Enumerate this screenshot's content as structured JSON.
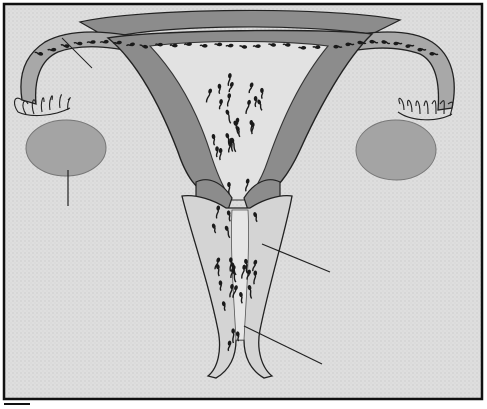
{
  "figure": {
    "kind": "anatomical line drawing, unlabeled",
    "structures": [
      "uterus",
      "uterine-cavity",
      "cervix",
      "vagina",
      "left-fallopian-tube",
      "right-fallopian-tube",
      "left-fimbriae",
      "right-fimbriae",
      "left-ovary",
      "right-ovary",
      "sperm-cells"
    ],
    "pointer_lines": 4,
    "colors": {
      "background": "#dcdcdc",
      "border": "#111111",
      "tissue": "#8c8c8c",
      "tissue_light": "#a8a8a8",
      "cavity": "#e2e2e2",
      "ovary": "#a4a4a4",
      "sperm": "#1a1a1a"
    }
  }
}
